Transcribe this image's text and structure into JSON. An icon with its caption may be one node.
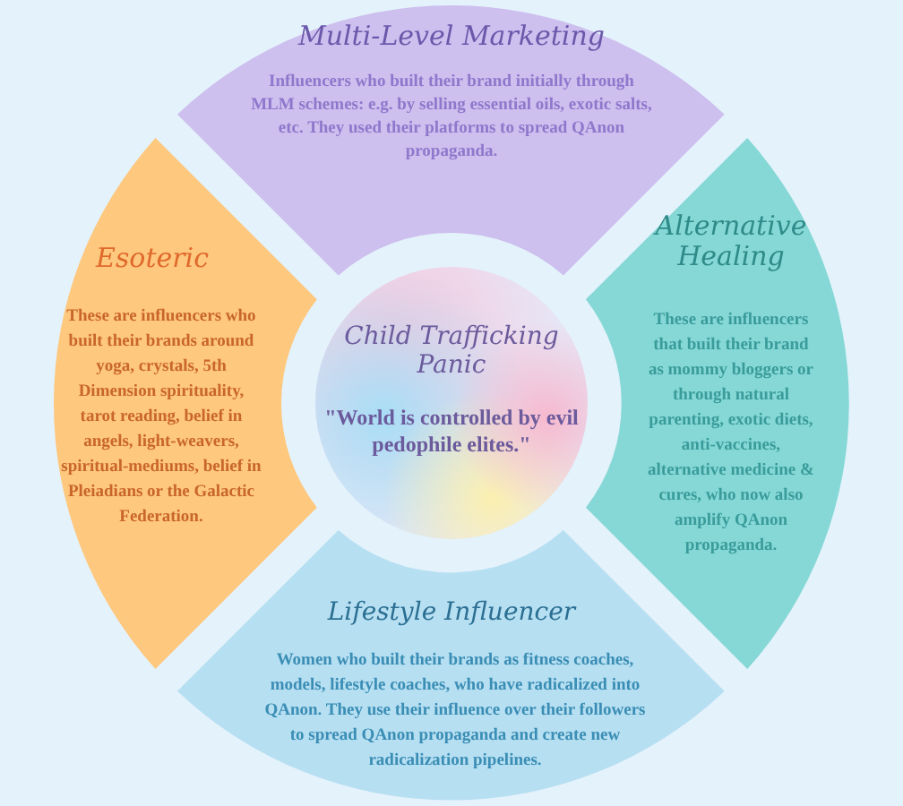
{
  "diagram": {
    "nodes": [
      {
        "text": [
          "Multi-Level Marketing",
          "Influencers who built their brand initially through MLM schemes: e.g. by selling essential oils, exotic salts, etc. They used their platforms to spread QAnon propaganda."
        ]
      },
      {
        "text": [
          "Esoteric",
          "These are influencers who built their brands around yoga, crystals, 5th Dimension spirituality, tarot reading, belief in angels, light-weavers, spiritual-mediums, belief in Pleiadians or the Galactic Federation."
        ]
      },
      {
        "text": [
          "Child Trafficking Panic",
          "\"World is controlled by evil pedophile elites.\""
        ]
      },
      {
        "text": [
          "Alternative Healing",
          "These are influencers that built their brand as mommy bloggers or through natural parenting, exotic diets, anti-vaccines, alternative medicine & cures, who now also amplify QAnon propaganda."
        ]
      },
      {
        "text": [
          "Lifestyle Influencer",
          "Women who built their brands as fitness coaches, models, lifestyle coaches, who have radicalized into QAnon. They use their influence over their followers to spread QAnon propaganda and create new radicalization pipelines."
        ]
      }
    ]
  }
}
